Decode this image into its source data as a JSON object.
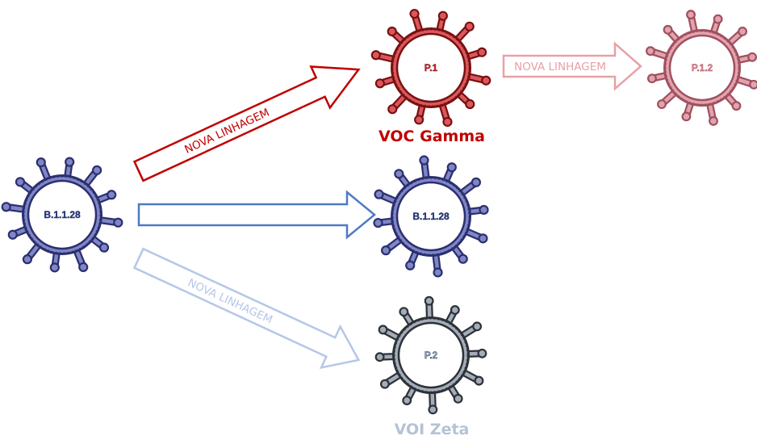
{
  "viruses": {
    "b1128_origin": {
      "label": "B.1.1.28",
      "stroke": "#2b2f70",
      "fill": "#7f86c4",
      "text": "#1f3a78"
    },
    "p1": {
      "label": "P.1",
      "stroke": "#7a1010",
      "fill": "#d9585e",
      "text": "#c8202c"
    },
    "p12": {
      "label": "P.1.2",
      "stroke": "#a05060",
      "fill": "#e2a3ad",
      "text": "#e08792"
    },
    "b1128_child": {
      "label": "B.1.1.28",
      "stroke": "#2b2f70",
      "fill": "#7f86c4",
      "text": "#1f3a78"
    },
    "p2": {
      "label": "P.2",
      "stroke": "#2d3238",
      "fill": "#a3acb8",
      "text": "#8ea7d8"
    }
  },
  "captions": {
    "gamma": {
      "text": "VOC Gamma",
      "color": "#c00000"
    },
    "zeta": {
      "text": "VOI Zeta",
      "color": "#b5c2d6"
    }
  },
  "arrows": {
    "to_p1": {
      "label": "NOVA LINHAGEM",
      "color": "#c00000"
    },
    "to_p12": {
      "label": "NOVA LINHAGEM",
      "color": "#e8a0a6"
    },
    "to_b1128": {
      "label": "",
      "color": "#4f7ac2"
    },
    "to_p2": {
      "label": "NOVA LINHAGEM",
      "color": "#b4c7e7"
    }
  }
}
